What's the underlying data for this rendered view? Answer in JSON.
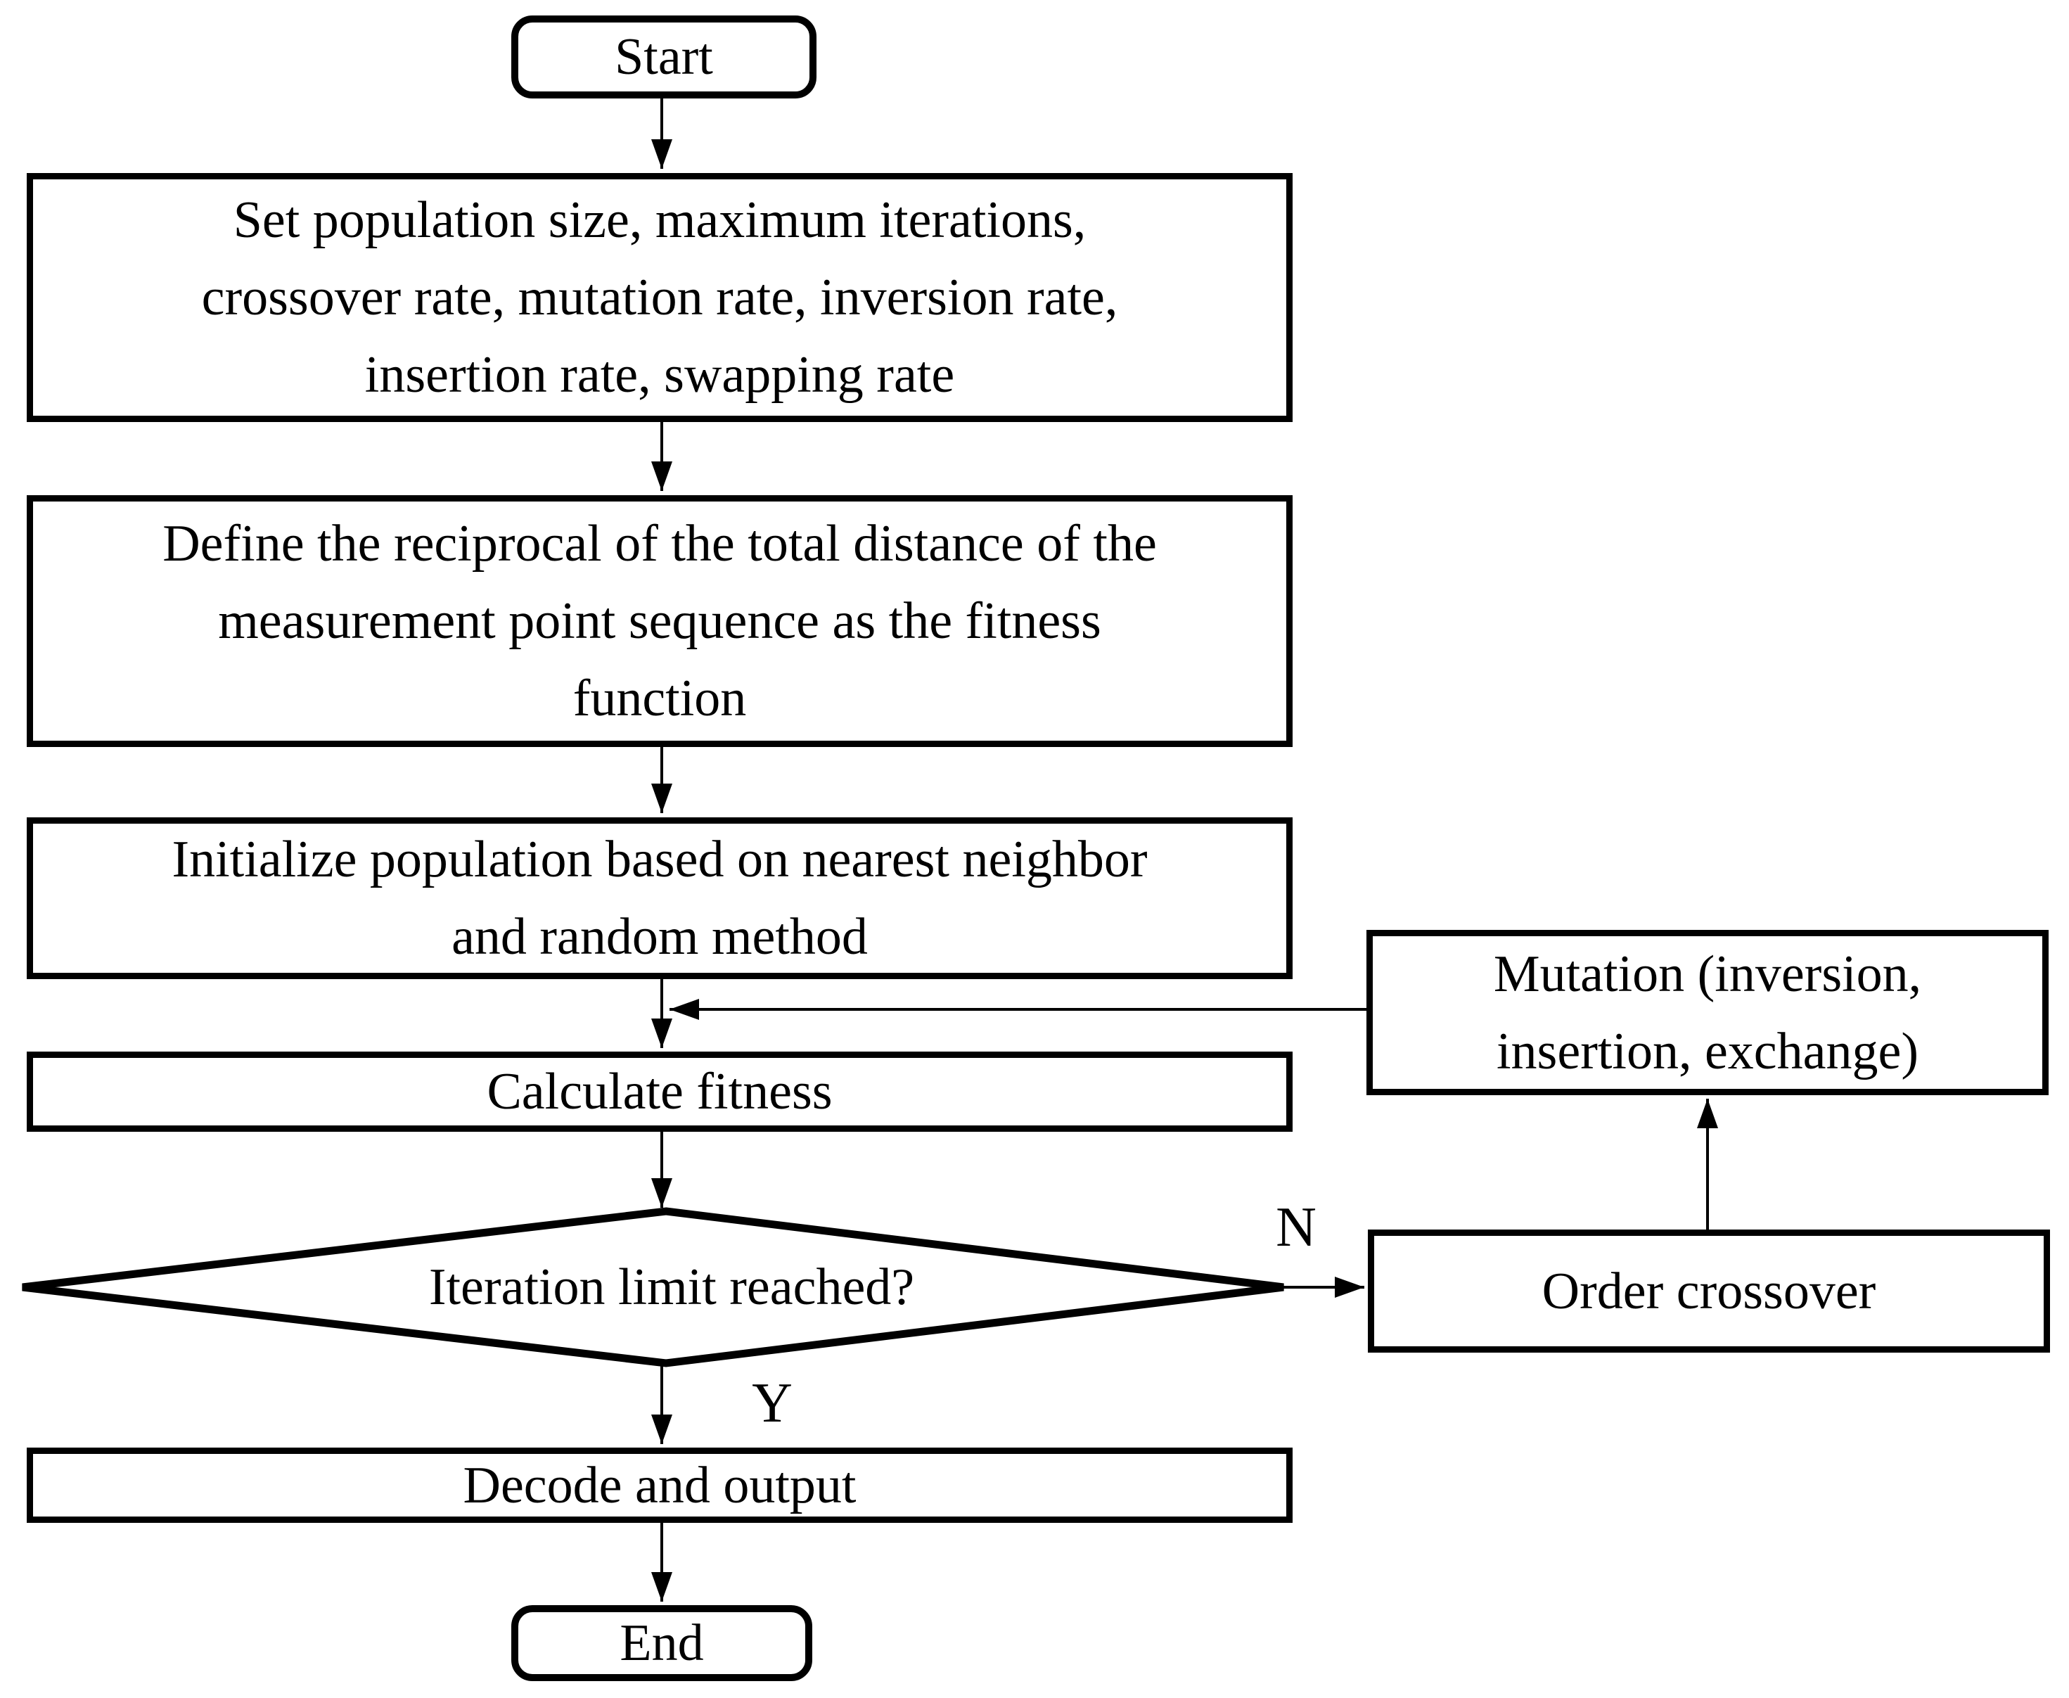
{
  "diagram": {
    "colors": {
      "stroke": "#000000",
      "background": "#ffffff"
    },
    "nodes": {
      "start": {
        "type": "terminator",
        "label": "Start"
      },
      "set_parameters": {
        "type": "process",
        "lines": [
          "Set population size, maximum iterations,",
          "crossover rate, mutation rate, inversion rate,",
          "insertion rate, swapping rate"
        ]
      },
      "fitness_definition": {
        "type": "process",
        "lines": [
          "Define the reciprocal of the total distance of the",
          "measurement point sequence as the fitness",
          "function"
        ]
      },
      "initialize_population": {
        "type": "process",
        "lines": [
          "Initialize population based on nearest neighbor",
          "and random method"
        ]
      },
      "calculate_fitness": {
        "type": "process",
        "label": "Calculate fitness"
      },
      "iteration_check": {
        "type": "decision",
        "label": "Iteration limit reached?"
      },
      "order_crossover": {
        "type": "process",
        "label": "Order crossover"
      },
      "mutation": {
        "type": "process",
        "lines": [
          "Mutation (inversion,",
          "insertion, exchange)"
        ]
      },
      "decode_output": {
        "type": "process",
        "label": "Decode and output"
      },
      "end": {
        "type": "terminator",
        "label": "End"
      }
    },
    "edge_labels": {
      "no": "N",
      "yes": "Y"
    }
  }
}
